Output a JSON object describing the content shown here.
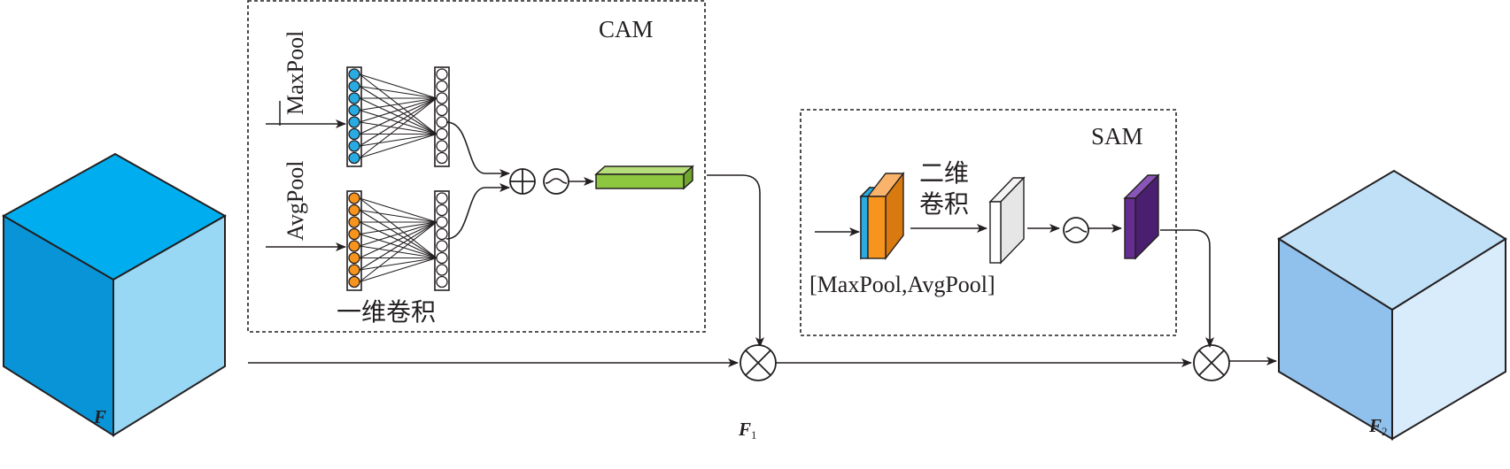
{
  "labels": {
    "cam": "CAM",
    "sam": "SAM",
    "maxpool": "MaxPool",
    "avgpool": "AvgPool",
    "conv1d": "一维卷积",
    "conv2d_line1": "二维",
    "conv2d_line2": "卷积",
    "concat": "[MaxPool,AvgPool]",
    "f": "F",
    "f1": "F",
    "f1_sub": "1",
    "f2": "F",
    "f2_sub": "2"
  },
  "colors": {
    "input_top": "#00aeef",
    "input_left": "#0a94d8",
    "input_right": "#98d8f5",
    "output_top": "#bfe0f7",
    "output_left": "#8fc1ec",
    "output_right": "#d9ecfb",
    "maxpool_nodes": "#29abe2",
    "avgpool_nodes": "#f7941d",
    "channel_vector": "#8dc63f",
    "concat_blue": "#29abe2",
    "concat_orange": "#f7941d",
    "conv2d_map": "#e6e6e6",
    "spatial_map": "#662d91",
    "line": "#231f20"
  }
}
